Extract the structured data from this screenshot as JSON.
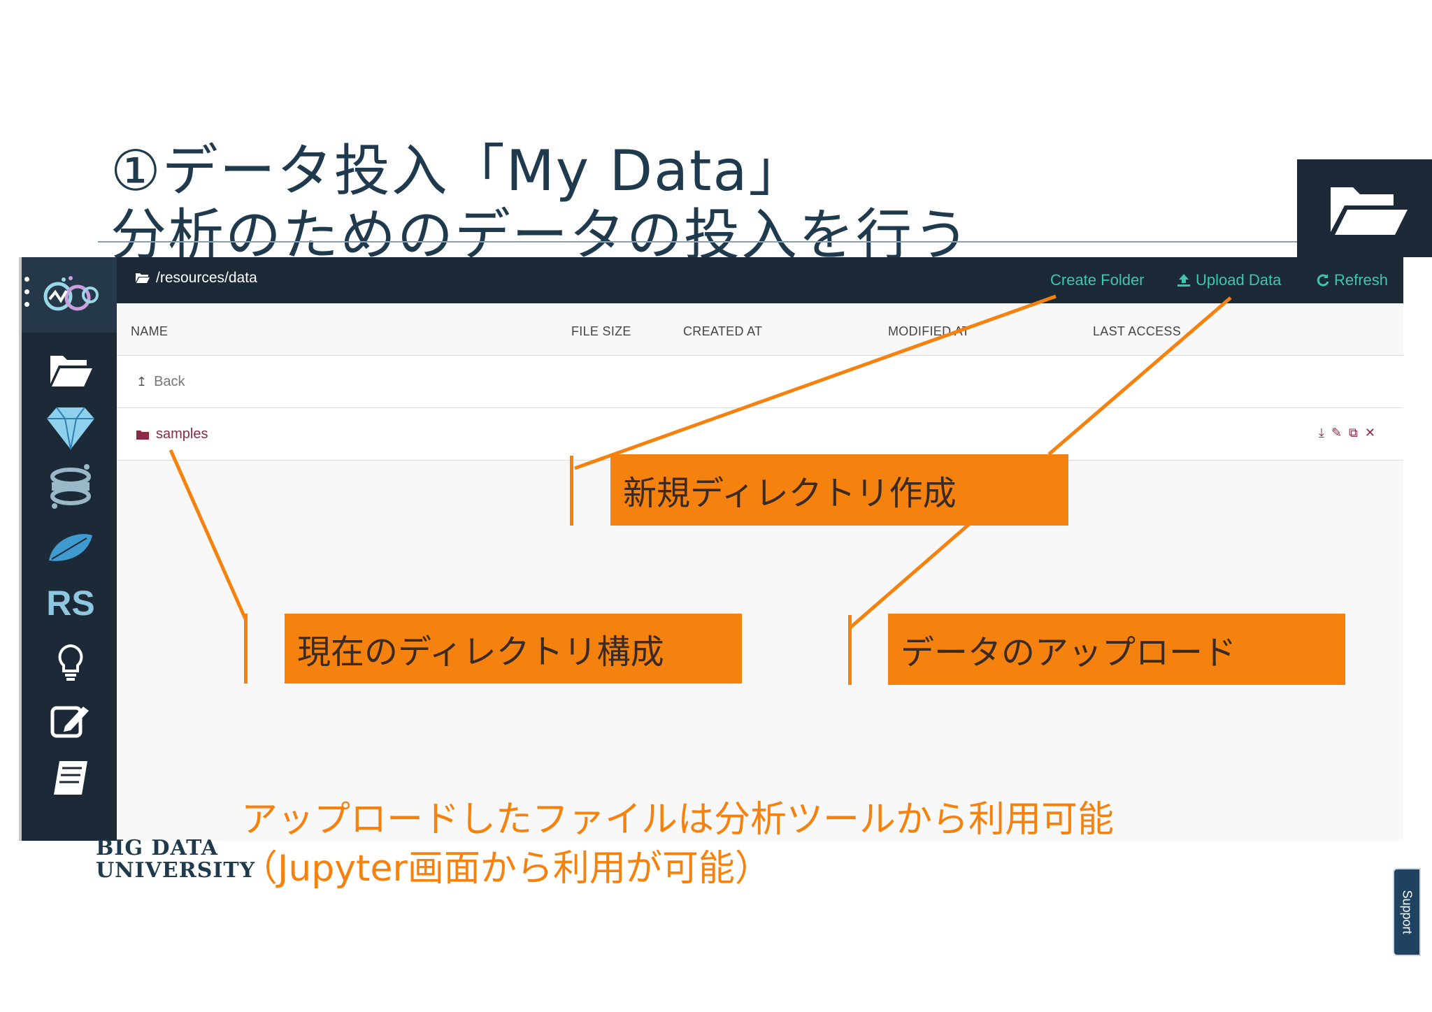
{
  "slide": {
    "title_line1": "①データ投入「My Data」",
    "title_line2": "分析のためのデータの投入を行う"
  },
  "topbar": {
    "path": "/resources/data",
    "create_folder": "Create Folder",
    "upload_data": "Upload Data",
    "refresh": "Refresh"
  },
  "table": {
    "headers": [
      "NAME",
      "FILE SIZE",
      "CREATED AT",
      "MODIFIED AT",
      "LAST ACCESS"
    ],
    "rows": [
      {
        "name": "Back"
      },
      {
        "name": "samples"
      }
    ]
  },
  "sidebar": {
    "items": [
      "folder-icon",
      "diamond-icon",
      "jupyter-icon",
      "leaf-icon",
      "RS",
      "lightbulb-icon",
      "edit-icon",
      "book-icon"
    ]
  },
  "support_label": "Support",
  "callouts": {
    "new_directory": "新規ディレクトリ作成",
    "current_directory": "現在のディレクトリ構成",
    "upload": "データのアップロード"
  },
  "note": {
    "line1": "アップロードしたファイルは分析ツールから利用可能",
    "line2": "（Jupyter画面から利用が可能）"
  },
  "brand": {
    "line1": "BIG DATA",
    "line2": "UNIVERSITY"
  },
  "colors": {
    "accent": "#f5820f",
    "navy": "#1b2a36",
    "teal_link": "#3ec7a9",
    "folder_row": "#8a2a45"
  }
}
